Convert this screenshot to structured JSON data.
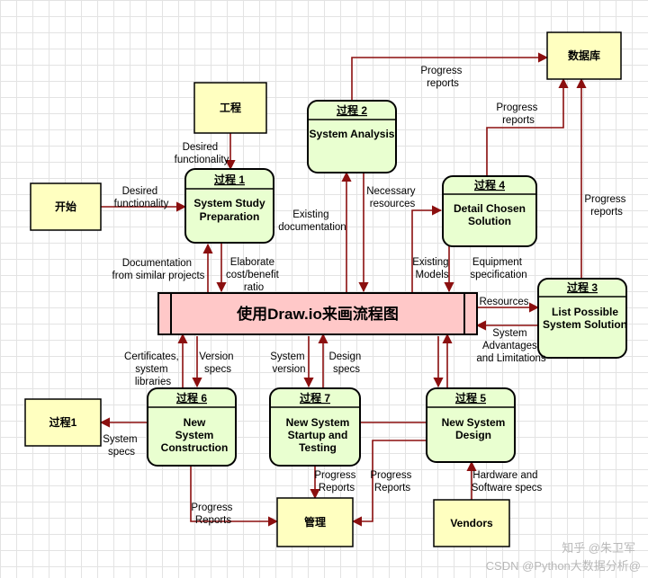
{
  "central": {
    "title": "使用Draw.io来画流程图"
  },
  "externals": {
    "project": "工程",
    "start": "开始",
    "database": "数据库",
    "process1_ext": "过程1",
    "manage": "管理",
    "vendors": "Vendors"
  },
  "processes": {
    "p1": {
      "id": "过程 1",
      "name_l1": "System Study",
      "name_l2": "Preparation"
    },
    "p2": {
      "id": "过程 2",
      "name_l1": "System Analysis"
    },
    "p3": {
      "id": "过程 3",
      "name_l1": "List Possible",
      "name_l2": "System Solution"
    },
    "p4": {
      "id": "过程 4",
      "name_l1": "Detail Chosen",
      "name_l2": "Solution"
    },
    "p5": {
      "id": "过程 5",
      "name_l1": "New System",
      "name_l2": "Design"
    },
    "p6": {
      "id": "过程 6",
      "name_l1": "New",
      "name_l2": "System",
      "name_l3": "Construction"
    },
    "p7": {
      "id": "过程 7",
      "name_l1": "New System",
      "name_l2": "Startup and",
      "name_l3": "Testing"
    }
  },
  "flows": {
    "desired_func_top": [
      "Desired",
      "functionality"
    ],
    "desired_func_left": [
      "Desired",
      "functionality"
    ],
    "progress_top": [
      "Progress",
      "reports"
    ],
    "progress_p4": [
      "Progress",
      "reports"
    ],
    "progress_p3": [
      "Progress",
      "reports"
    ],
    "existing_doc": [
      "Existing",
      "documentation"
    ],
    "necessary_res": [
      "Necessary",
      "resources"
    ],
    "documentation": [
      "Documentation",
      "from similar projects"
    ],
    "elaborate": [
      "Elaborate",
      "cost/benefit",
      "ratio"
    ],
    "existing_models": [
      "Existing",
      "Models"
    ],
    "equipment": [
      "Equipment",
      "specification"
    ],
    "resources": [
      "Resources"
    ],
    "sys_adv": [
      "System",
      "Advantages",
      "and Limitations"
    ],
    "certificates": [
      "Certificates,",
      "system",
      "libraries"
    ],
    "version_specs": [
      "Version",
      "specs"
    ],
    "sys_version": [
      "System",
      "version"
    ],
    "design_specs": [
      "Design",
      "specs"
    ],
    "system_specs": [
      "System",
      "specs"
    ],
    "progress_p6": [
      "Progress",
      "Reports"
    ],
    "progress_p7": [
      "Progress",
      "Reports"
    ],
    "progress_p5": [
      "Progress",
      "Reports"
    ],
    "hardware": [
      "Hardware and",
      "Software specs"
    ]
  },
  "watermark": {
    "zhihu": "知乎 @朱卫军",
    "csdn": "CSDN @Python大数据分析@"
  },
  "colors": {
    "arrow": "#8b0f0f",
    "external_fill": "#ffffc0",
    "process_fill": "#e9ffd0",
    "central_fill": "#ffc8c8"
  }
}
